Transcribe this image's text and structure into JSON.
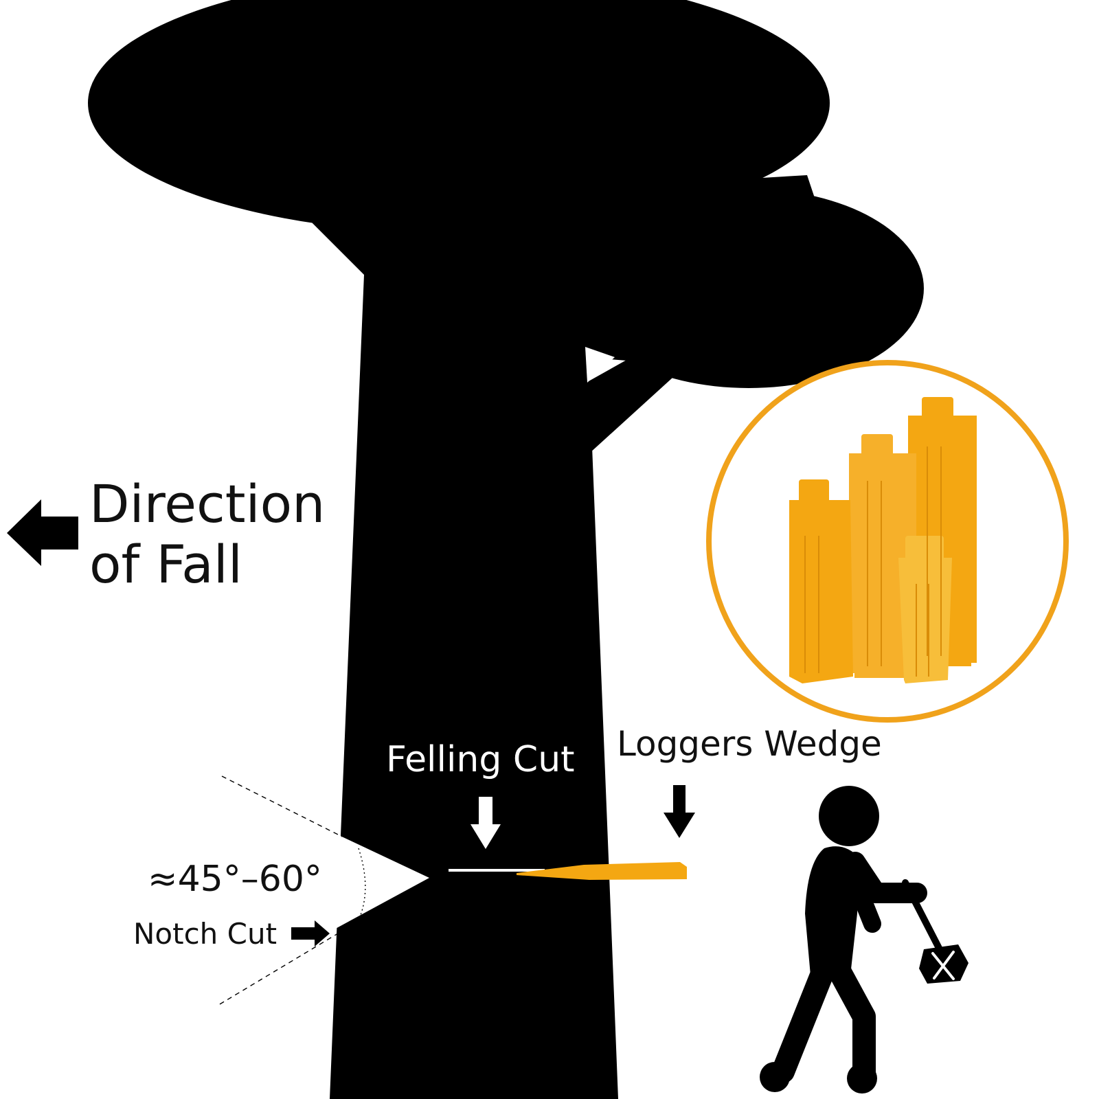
{
  "labels": {
    "direction_line1": "Direction",
    "direction_line2": "of Fall",
    "felling_cut": "Felling Cut",
    "loggers_wedge": "Loggers Wedge",
    "angle": "≈45°–60°",
    "notch_cut": "Notch Cut"
  },
  "colors": {
    "silhouette": "#000000",
    "wedge_orange": "#F4A712",
    "wedge_light": "#F7BE3A",
    "circle_border": "#F0A21B",
    "background": "#FFFFFF"
  },
  "icons": {
    "direction_arrow": "arrow-left-icon",
    "felling_arrow": "arrow-down-icon",
    "wedge_arrow": "arrow-down-icon",
    "notch_arrow": "arrow-right-icon",
    "worker": "person-with-hammer-icon",
    "tree": "tree-silhouette"
  }
}
